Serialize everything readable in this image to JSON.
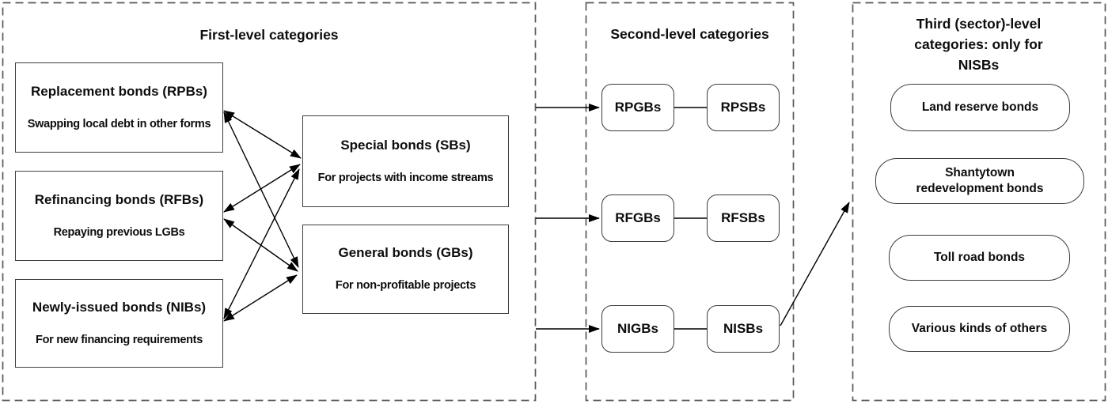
{
  "colors": {
    "background": "#ffffff",
    "text": "#0d0d0d",
    "solid_border": "#404040",
    "node_border": "#3b3b3b",
    "dashed_border": "#595959",
    "arrow": "#000000"
  },
  "panels": {
    "first": {
      "title": "First-level categories",
      "boxes": [
        {
          "id": "rpb",
          "title": "Replacement bonds (RPBs)",
          "subtitle": "Swapping local debt in other forms"
        },
        {
          "id": "rfb",
          "title": "Refinancing bonds (RFBs)",
          "subtitle": "Repaying previous LGBs"
        },
        {
          "id": "nib",
          "title": "Newly-issued bonds (NIBs)",
          "subtitle": "For new financing requirements"
        },
        {
          "id": "sb",
          "title": "Special bonds (SBs)",
          "subtitle": "For projects with income streams"
        },
        {
          "id": "gb",
          "title": "General bonds (GBs)",
          "subtitle": "For non-profitable projects"
        }
      ]
    },
    "second": {
      "title": "Second-level categories",
      "rows": [
        {
          "left": "RPGBs",
          "right": "RPSBs"
        },
        {
          "left": "RFGBs",
          "right": "RFSBs"
        },
        {
          "left": "NIGBs",
          "right": "NISBs"
        }
      ]
    },
    "third": {
      "title": "Third (sector)-level categories: only for NISBs",
      "items": [
        "Land reserve bonds",
        "Shantytown redevelopment bonds",
        "Toll road bonds",
        "Various kinds of others"
      ]
    }
  },
  "connections": {
    "bidirectional": [
      "RPBs ↔ SBs",
      "RPBs ↔ GBs",
      "RFBs ↔ SBs",
      "RFBs ↔ GBs",
      "NIBs ↔ SBs",
      "NIBs ↔ GBs"
    ],
    "level1_to_level2": [
      "→ RPGBs",
      "→ RFGBs",
      "→ NIGBs"
    ],
    "pair_links": [
      "RPGBs – RPSBs",
      "RFGBs – RFSBs",
      "NIGBs – NISBs"
    ],
    "level2_to_level3": [
      "NISBs → Third (sector)-level categories"
    ]
  }
}
